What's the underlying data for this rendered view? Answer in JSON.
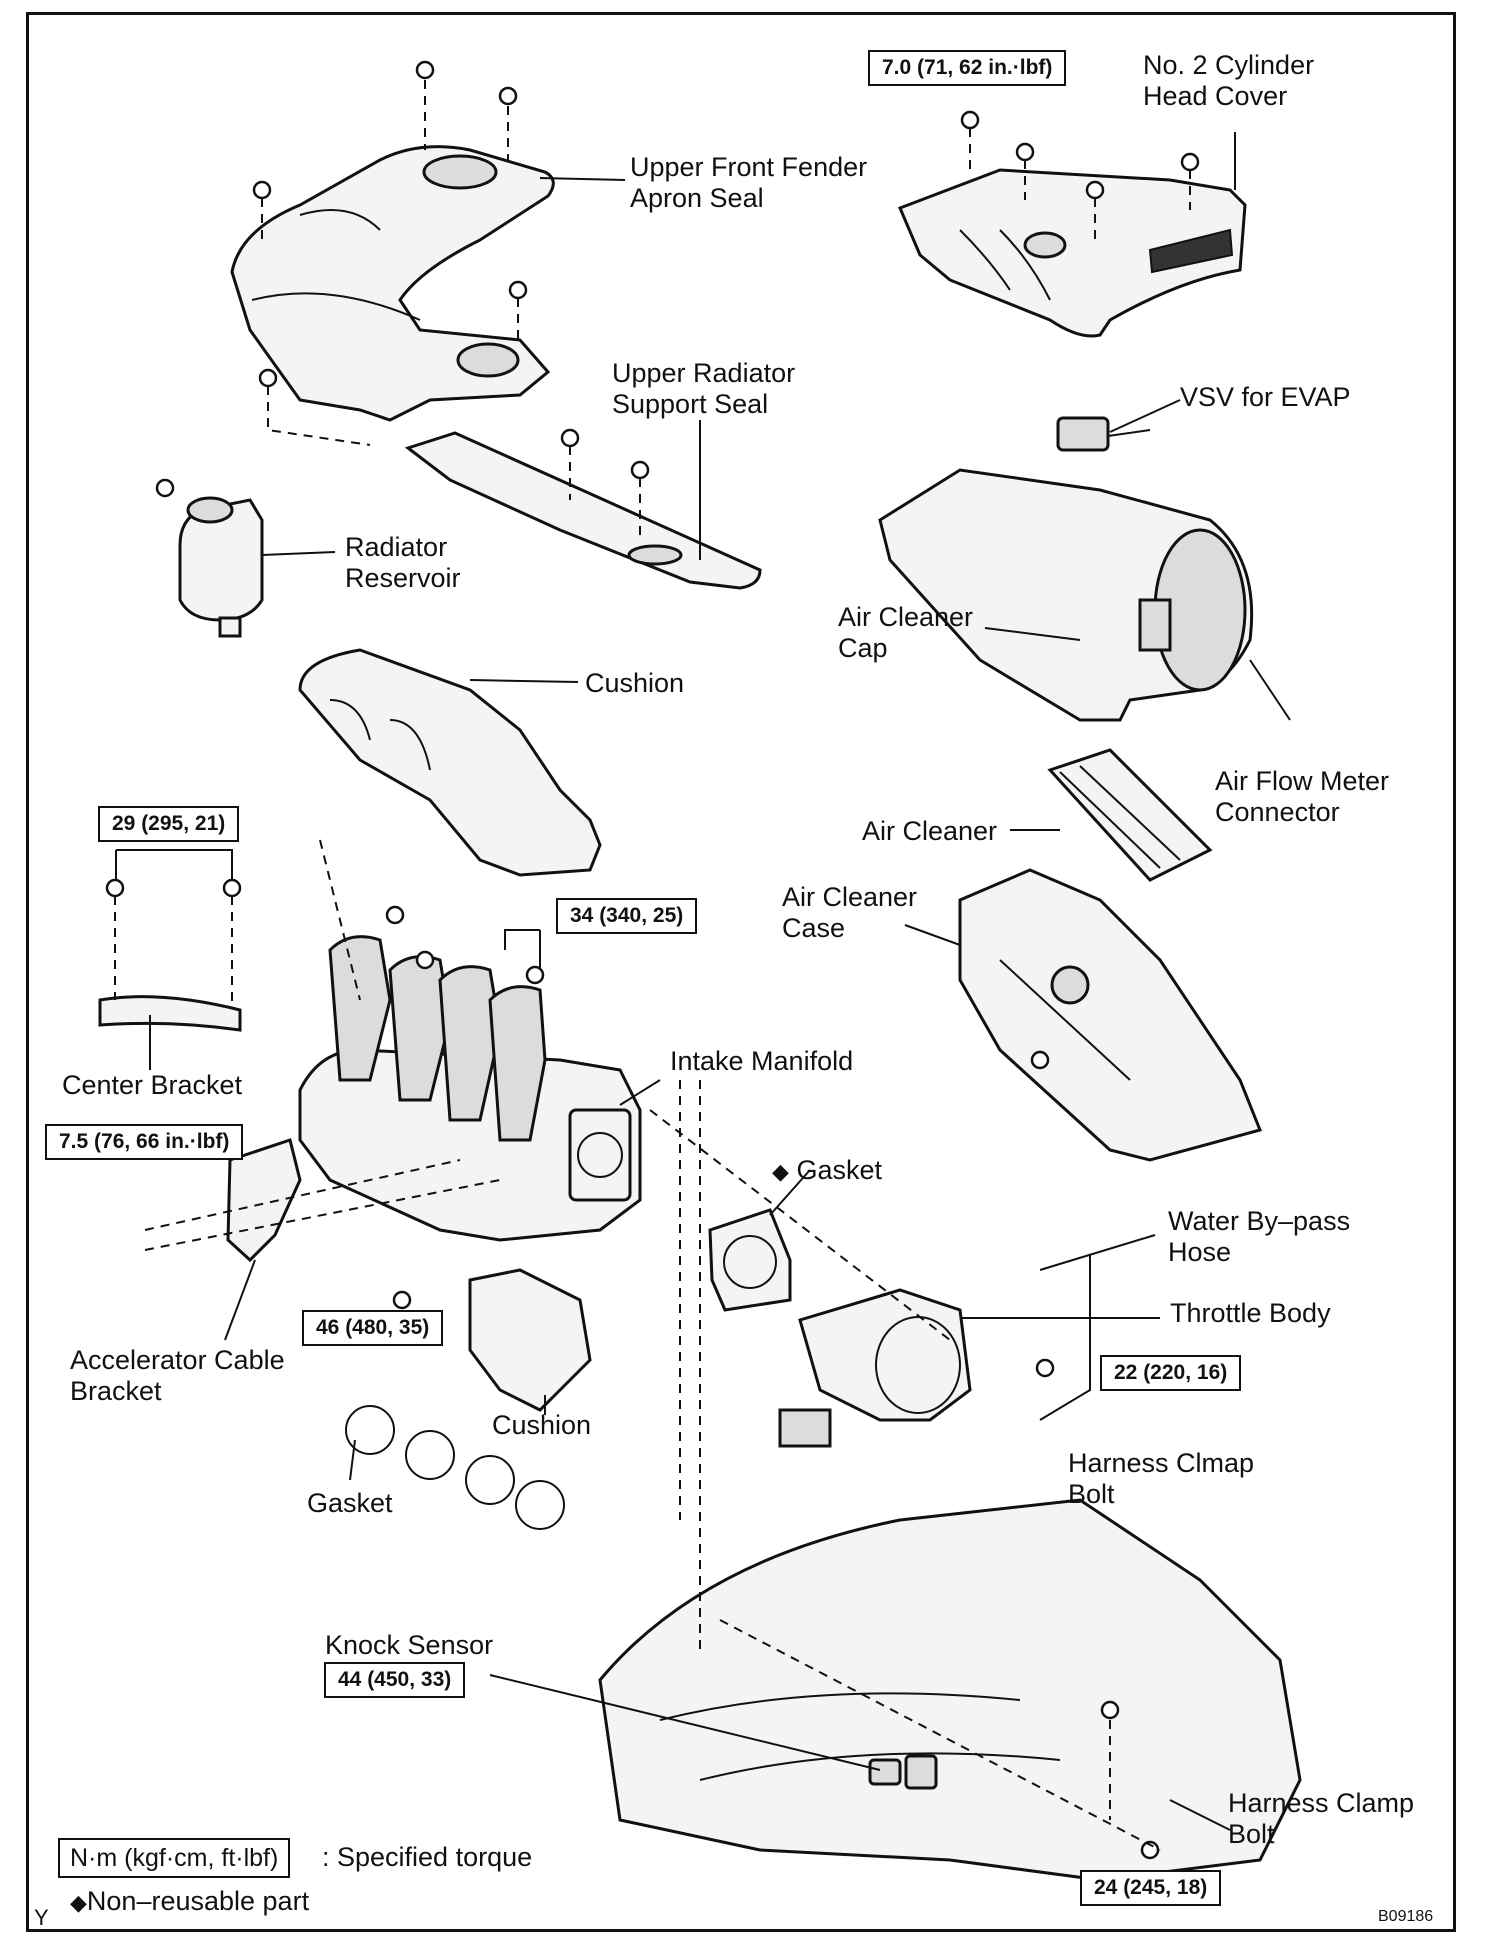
{
  "labels": {
    "upper_front_fender_apron_seal": "Upper Front Fender\nApron Seal",
    "no2_cylinder_head_cover": "No. 2 Cylinder\nHead Cover",
    "upper_radiator_support_seal": "Upper Radiator\nSupport Seal",
    "vsv_for_evap": "VSV for EVAP",
    "radiator_reservoir": "Radiator\nReservoir",
    "air_cleaner_cap": "Air Cleaner\nCap",
    "cushion_top": "Cushion",
    "air_flow_meter_connector": "Air Flow Meter\nConnector",
    "air_cleaner": "Air Cleaner",
    "air_cleaner_case": "Air Cleaner\nCase",
    "center_bracket": "Center Bracket",
    "intake_manifold": "Intake Manifold",
    "gasket_throttle": "Gasket",
    "water_bypass_hose": "Water By–pass\nHose",
    "throttle_body": "Throttle Body",
    "accelerator_cable_bracket": "Accelerator Cable\nBracket",
    "cushion_bottom": "Cushion",
    "gasket_manifold": "Gasket",
    "harness_clmap_bolt": "Harness Clmap\nBolt",
    "knock_sensor": "Knock Sensor",
    "harness_clamp_bolt": "Harness Clamp\nBolt"
  },
  "torques": {
    "head_cover": "7.0 (71, 62 in.·lbf)",
    "center_bracket": "29 (295, 21)",
    "manifold_nut": "34 (340, 25)",
    "accelerator_bracket": "7.5 (76, 66 in.·lbf)",
    "manifold_bolt": "46 (480, 35)",
    "throttle_body": "22 (220, 16)",
    "knock_sensor": "44 (450, 33)",
    "harness_clamp": "24 (245, 18)"
  },
  "legend": {
    "unit_box": "N·m (kgf·cm, ft·lbf)",
    "unit_desc": ": Specified torque",
    "non_reusable_symbol": "◆",
    "non_reusable_text": "Non–reusable part"
  },
  "corner": {
    "left_letter": "Y",
    "figure_code": "B09186"
  }
}
